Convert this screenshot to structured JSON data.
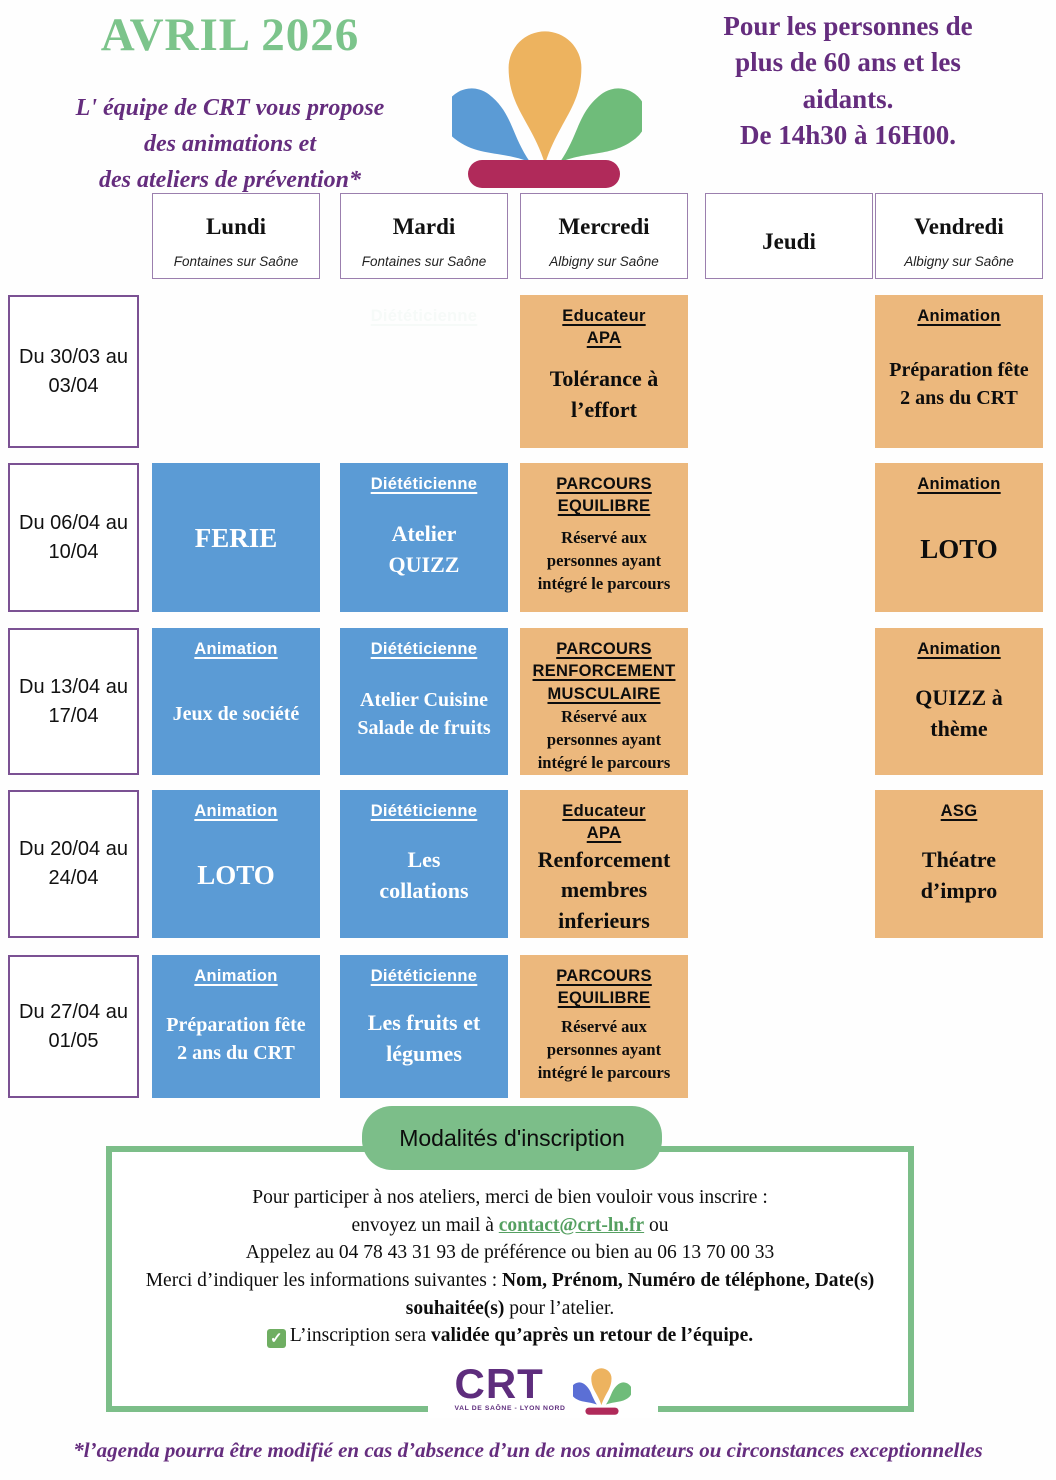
{
  "header": {
    "month_title": "AVRIL 2026",
    "intro_lines": [
      "L' équipe de CRT vous propose",
      "des animations et",
      "des ateliers de prévention*"
    ],
    "audience_lines": [
      "Pour les personnes de",
      "plus de 60 ans et les",
      "aidants."
    ],
    "time_line": "De 14h30 à 16H00."
  },
  "palette": {
    "green_title": "#7cc48b",
    "purple_text": "#652d7e",
    "blue_cell": "#5b9bd5",
    "orange_cell": "#ecb87d",
    "magenta_bar": "#b02a5a",
    "green_accent": "#7cbe89",
    "email_green": "#55a061"
  },
  "calendar": {
    "columns": [
      {
        "label": "Lundi",
        "location": "Fontaines sur Saône"
      },
      {
        "label": "Mardi",
        "location": "Fontaines sur Saône"
      },
      {
        "label": "Mercredi",
        "location": "Albigny sur Saône"
      },
      {
        "label": "Jeudi",
        "location": ""
      },
      {
        "label": "Vendredi",
        "location": "Albigny sur Saône"
      }
    ],
    "rows": [
      {
        "date": "Du 30/03 au 03/04",
        "cells": [
          null,
          {
            "style": "ghost",
            "title": "Diététicienne",
            "body": ""
          },
          {
            "style": "orange",
            "title": "Educateur\nAPA",
            "body": "Tolérance à\nl’effort"
          },
          null,
          {
            "style": "orange",
            "title": "Animation",
            "body": "Préparation fête\n2 ans du CRT"
          }
        ]
      },
      {
        "date": "Du 06/04 au 10/04",
        "cells": [
          {
            "style": "blue",
            "title": "",
            "body": "FERIE"
          },
          {
            "style": "blue",
            "title": "Diététicienne",
            "body": "Atelier\nQUIZZ"
          },
          {
            "style": "orange",
            "title": "PARCOURS\nEQUILIBRE",
            "body": "Réservé aux\npersonnes ayant\nintégré le parcours"
          },
          null,
          {
            "style": "orange",
            "title": "Animation",
            "body": "LOTO"
          }
        ]
      },
      {
        "date": "Du 13/04 au 17/04",
        "cells": [
          {
            "style": "blue",
            "title": "Animation",
            "body": "Jeux de société"
          },
          {
            "style": "blue",
            "title": "Diététicienne",
            "body": "Atelier Cuisine\nSalade de fruits"
          },
          {
            "style": "orange",
            "title": "PARCOURS\nRENFORCEMENT\nMUSCULAIRE",
            "body": "Réservé aux\npersonnes ayant\nintégré le parcours"
          },
          null,
          {
            "style": "orange",
            "title": "Animation",
            "body": "QUIZZ à\nthème"
          }
        ]
      },
      {
        "date": "Du 20/04 au 24/04",
        "cells": [
          {
            "style": "blue",
            "title": "Animation",
            "body": "LOTO"
          },
          {
            "style": "blue",
            "title": "Diététicienne",
            "body": "Les\ncollations"
          },
          {
            "style": "orange",
            "title": "Educateur\nAPA",
            "body": "Renforcement\nmembres\ninferieurs"
          },
          null,
          {
            "style": "orange",
            "title": "ASG",
            "body": "Théatre\nd’impro"
          }
        ]
      },
      {
        "date": "Du 27/04 au 01/05",
        "cells": [
          {
            "style": "blue",
            "title": "Animation",
            "body": "Préparation fête\n2 ans du CRT"
          },
          {
            "style": "blue",
            "title": "Diététicienne",
            "body": "Les fruits et\nlégumes"
          },
          {
            "style": "orange",
            "title": "PARCOURS\nEQUILIBRE",
            "body": "Réservé aux\npersonnes ayant\nintégré le parcours"
          },
          null,
          null
        ]
      }
    ]
  },
  "inscription": {
    "pill_label": "Modalités d'inscription",
    "line1": "Pour participer à nos ateliers, merci de bien vouloir vous inscrire :",
    "line2_pre": "envoyez un mail à ",
    "email": "contact@crt-ln.fr",
    "line2_post": " ou",
    "line3": "Appelez au 04 78 43 31 93 de préférence ou bien au 06 13 70 00 33",
    "line4_pre": "Merci d’indiquer les informations suivantes : ",
    "line4_bold": "Nom, Prénom, Numéro de téléphone, Date(s) souhaitée(s)",
    "line4_post": " pour l’atelier.",
    "line5_pre": "L’inscription sera ",
    "line5_bold": "validée qu’après un retour de l’équipe."
  },
  "icons": {
    "check": "✓"
  },
  "logo": {
    "acronym": "CRT",
    "tagline": "VAL DE SAÔNE - LYON NORD"
  },
  "footer": {
    "note": "*l’agenda pourra être modifié en cas d’absence d’un de nos animateurs ou circonstances exceptionnelles"
  }
}
